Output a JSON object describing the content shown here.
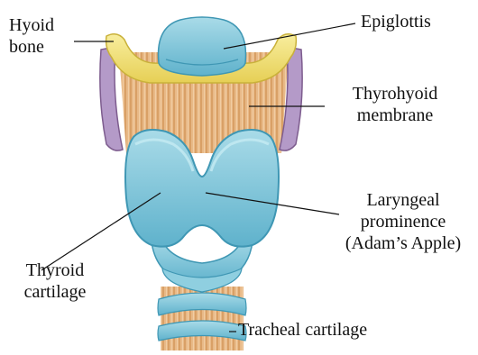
{
  "diagram": {
    "labels": {
      "hyoid_bone": [
        "Hyoid",
        "bone"
      ],
      "epiglottis": [
        "Epiglottis"
      ],
      "thyrohyoid_membrane": [
        "Thyrohyoid",
        "membrane"
      ],
      "laryngeal_prominence": [
        "Laryngeal",
        "prominence",
        "(Adam’s Apple)"
      ],
      "thyroid_cartilage": [
        "Thyroid",
        "cartilage"
      ],
      "tracheal_cartilage": [
        "Tracheal cartilage"
      ]
    },
    "colors": {
      "cartilage_blue": "#7cc3d6",
      "cartilage_blue_dark": "#3f97b4",
      "hyoid_yellow": "#f1e27a",
      "membrane_tan": "#e7b883",
      "membrane_stripe": "#d49a5f",
      "hyoid_purple_edge": "#7d5c8e"
    }
  }
}
